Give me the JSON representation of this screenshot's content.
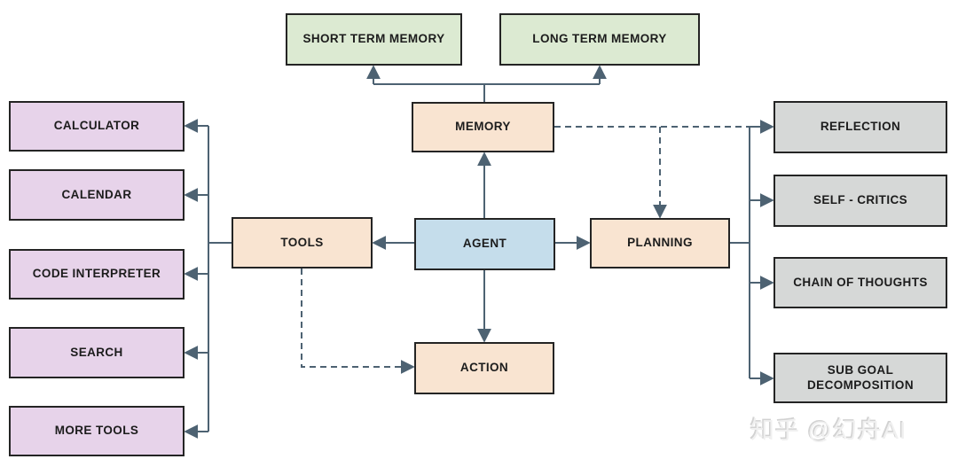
{
  "nodes": {
    "short_term_memory": {
      "label": "SHORT TERM MEMORY",
      "color": "green"
    },
    "long_term_memory": {
      "label": "LONG TERM MEMORY",
      "color": "green"
    },
    "memory": {
      "label": "MEMORY",
      "color": "peach"
    },
    "tools": {
      "label": "TOOLS",
      "color": "peach"
    },
    "agent": {
      "label": "AGENT",
      "color": "blue"
    },
    "planning": {
      "label": "PLANNING",
      "color": "peach"
    },
    "action": {
      "label": "ACTION",
      "color": "peach"
    },
    "calculator": {
      "label": "CALCULATOR",
      "color": "purple"
    },
    "calendar": {
      "label": "CALENDAR",
      "color": "purple"
    },
    "code_interpreter": {
      "label": "CODE INTERPRETER",
      "color": "purple"
    },
    "search": {
      "label": "SEARCH",
      "color": "purple"
    },
    "more_tools": {
      "label": "MORE TOOLS",
      "color": "purple"
    },
    "reflection": {
      "label": "REFLECTION",
      "color": "gray"
    },
    "self_critics": {
      "label": "SELF - CRITICS",
      "color": "gray"
    },
    "chain_of_thoughts": {
      "label": "CHAIN OF THOUGHTS",
      "color": "gray"
    },
    "sub_goal_decomposition": {
      "label": "SUB GOAL DECOMPOSITION",
      "color": "gray"
    }
  },
  "edges": [
    {
      "from": "memory",
      "to": "short_term_memory",
      "style": "solid"
    },
    {
      "from": "memory",
      "to": "long_term_memory",
      "style": "solid"
    },
    {
      "from": "agent",
      "to": "memory",
      "style": "solid"
    },
    {
      "from": "agent",
      "to": "tools",
      "style": "solid"
    },
    {
      "from": "agent",
      "to": "planning",
      "style": "solid"
    },
    {
      "from": "agent",
      "to": "action",
      "style": "solid"
    },
    {
      "from": "tools",
      "to": "calculator",
      "style": "solid"
    },
    {
      "from": "tools",
      "to": "calendar",
      "style": "solid"
    },
    {
      "from": "tools",
      "to": "code_interpreter",
      "style": "solid"
    },
    {
      "from": "tools",
      "to": "search",
      "style": "solid"
    },
    {
      "from": "tools",
      "to": "more_tools",
      "style": "solid"
    },
    {
      "from": "tools",
      "to": "action",
      "style": "dashed"
    },
    {
      "from": "memory",
      "to": "planning",
      "style": "dashed"
    },
    {
      "from": "memory",
      "to": "reflection",
      "style": "dashed"
    },
    {
      "from": "planning",
      "to": "reflection",
      "style": "solid"
    },
    {
      "from": "planning",
      "to": "self_critics",
      "style": "solid"
    },
    {
      "from": "planning",
      "to": "chain_of_thoughts",
      "style": "solid"
    },
    {
      "from": "planning",
      "to": "sub_goal_decomposition",
      "style": "solid"
    }
  ],
  "palette": {
    "green": "#dcead2",
    "peach": "#f9e4d1",
    "blue": "#c5ddeb",
    "purple": "#e7d3ea",
    "gray": "#d6d8d7",
    "border": "#242424",
    "connector": "#4d6272",
    "text": "#1c1c1c",
    "background": "#ffffff"
  },
  "watermark": {
    "text": "知乎 @幻舟AI"
  }
}
